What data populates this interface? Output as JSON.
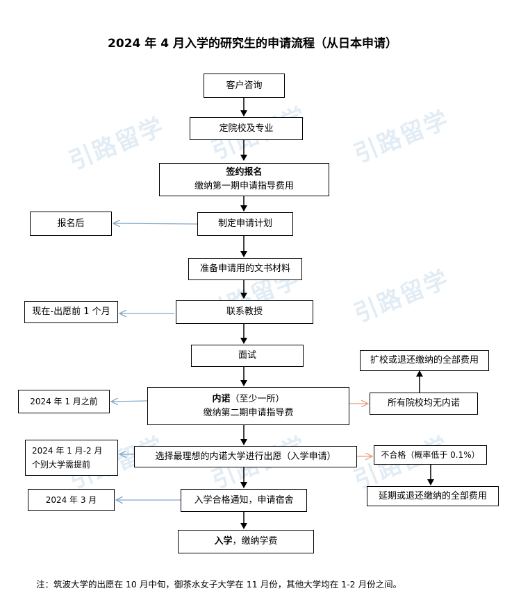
{
  "title": "2024 年 4 月入学的研究生的申请流程（从日本申请）",
  "watermark": "引路留学",
  "colors": {
    "left_arrow": "#7fa7c9",
    "right_arrow": "#e8a07a",
    "main_arrow": "#000000"
  },
  "main_steps": [
    {
      "id": "consult",
      "line1": "客户咨询"
    },
    {
      "id": "choose",
      "line1": "定院校及专业"
    },
    {
      "id": "sign",
      "line1_bold": "签约报名",
      "line2": "缴纳第一期申请指导费用"
    },
    {
      "id": "plan",
      "line1": "制定申请计划"
    },
    {
      "id": "docs",
      "line1": "准备申请用的文书材料"
    },
    {
      "id": "contact",
      "line1": "联系教授"
    },
    {
      "id": "interview",
      "line1": "面试"
    },
    {
      "id": "offer",
      "line1_bold": "内诺",
      "line1_rest": "（至少一所）",
      "line2": "缴纳第二期申请指导费"
    },
    {
      "id": "apply",
      "line1": "选择最理想的内诺大学进行出愿（入学申请）"
    },
    {
      "id": "admit",
      "line1": "入学合格通知，申请宿舍"
    },
    {
      "id": "enroll",
      "line1_bold": "入学",
      "line1_rest": "，缴纳学费"
    }
  ],
  "side_left": {
    "after_signup": "报名后",
    "contact_time": "现在-出愿前 1 个月",
    "offer_time": "2024 年  1 月之前",
    "apply_time_1": "2024 年 1 月-2 月",
    "apply_time_2": "个别大学需提前",
    "admit_time": "2024 年  3 月"
  },
  "side_right": {
    "no_offer": "所有院校均无内诺",
    "no_offer_result": "扩校或退还缴纳的全部费用",
    "fail": "不合格（概率低于 0.1%）",
    "fail_result": "延期或退还缴纳的全部费用"
  },
  "note": "注：筑波大学的出愿在 10 月中旬，御茶水女子大学在 11 月份，其他大学均在 1-2 月份之间。"
}
